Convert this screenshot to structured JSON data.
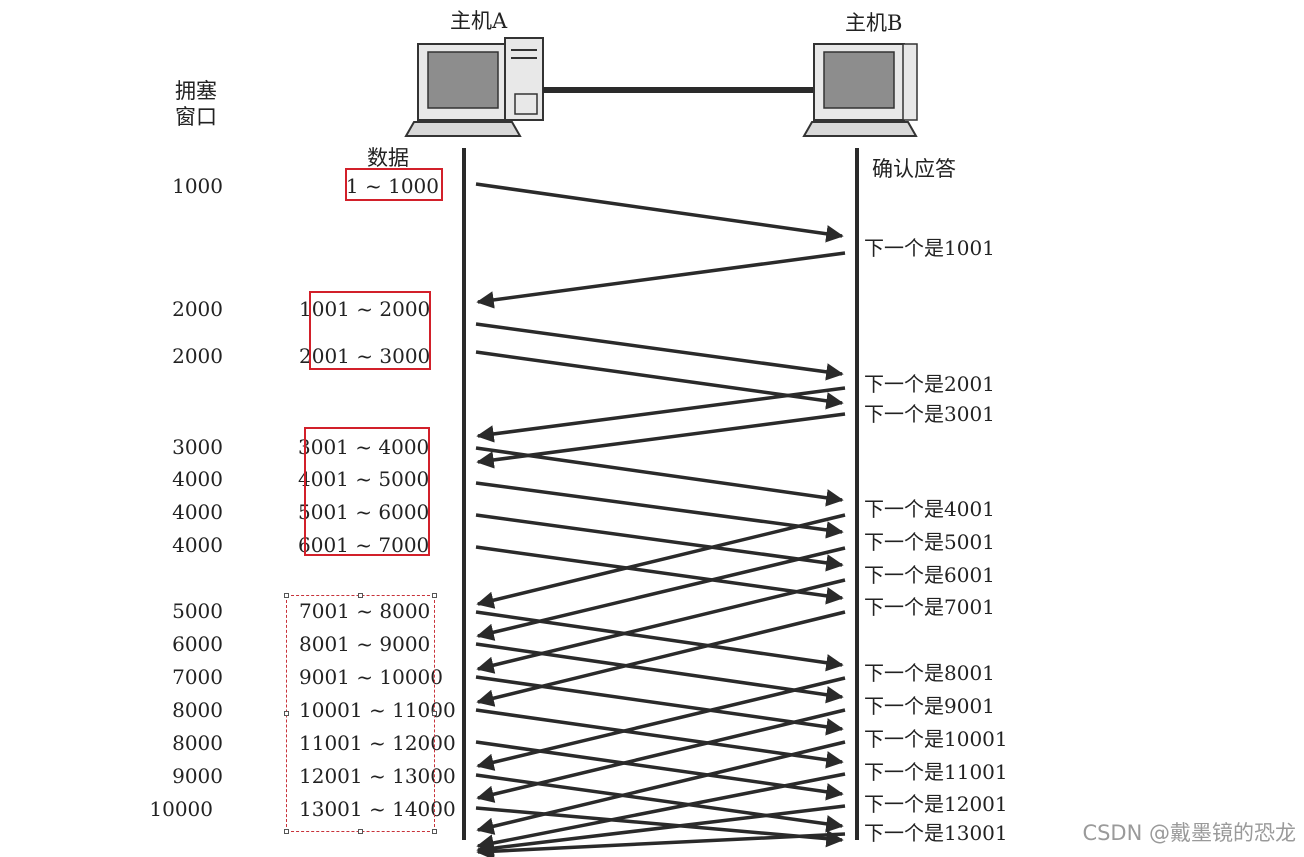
{
  "hosts": {
    "a": "主机A",
    "b": "主机B"
  },
  "labels": {
    "window_l1": "拥塞",
    "window_l2": "窗口",
    "data": "数据",
    "ack": "确认应答"
  },
  "rows": [
    {
      "window": "1000",
      "segment": "1 ~ 1000"
    },
    {
      "window": "2000",
      "segment": "1001 ~ 2000"
    },
    {
      "window": "2000",
      "segment": "2001 ~ 3000"
    },
    {
      "window": "3000",
      "segment": "3001 ~ 4000"
    },
    {
      "window": "4000",
      "segment": "4001 ~ 5000"
    },
    {
      "window": "4000",
      "segment": "5001 ~ 6000"
    },
    {
      "window": "4000",
      "segment": "6001 ~ 7000"
    },
    {
      "window": "5000",
      "segment": "7001 ~ 8000"
    },
    {
      "window": "6000",
      "segment": "8001 ~ 9000"
    },
    {
      "window": "7000",
      "segment": "9001 ~ 10000"
    },
    {
      "window": "8000",
      "segment": "10001 ~ 11000"
    },
    {
      "window": "8000",
      "segment": "11001 ~ 12000"
    },
    {
      "window": "9000",
      "segment": "12001 ~ 13000"
    },
    {
      "window": "10000",
      "segment": "13001 ~ 14000"
    }
  ],
  "acks": [
    "下一个是1001",
    "下一个是2001",
    "下一个是3001",
    "下一个是4001",
    "下一个是5001",
    "下一个是6001",
    "下一个是7001",
    "下一个是8001",
    "下一个是9001",
    "下一个是10001",
    "下一个是11001",
    "下一个是12001",
    "下一个是13001"
  ],
  "watermark": "CSDN @戴墨镜的恐龙",
  "colors": {
    "line": "#2a2a2a",
    "highlight": "#d2202a"
  },
  "icons": [
    "computer-icon-host-a",
    "computer-icon-host-b"
  ]
}
